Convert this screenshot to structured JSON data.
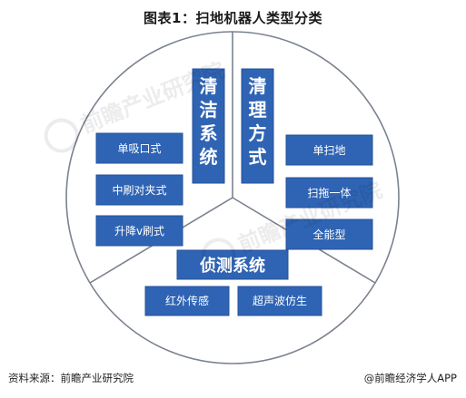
{
  "title": "图表1：扫地机器人类型分类",
  "diagram": {
    "sections": {
      "cleaning_system": {
        "label": "清洁系统",
        "items": [
          "单吸口式",
          "中刷对夹式",
          "升降v刷式"
        ]
      },
      "cleaning_method": {
        "label": "清理方式",
        "items": [
          "单扫地",
          "扫拖一体",
          "全能型"
        ]
      },
      "detection_system": {
        "label": "侦测系统",
        "items": [
          "红外传感",
          "超声波仿生"
        ]
      }
    }
  },
  "watermark": "前瞻产业研究院",
  "footer": {
    "source": "资料来源：前瞻产业研究院",
    "brand": "@前瞻经济学人APP"
  },
  "colors": {
    "box_fill": "#2F64B4",
    "box_stroke": "#24519A",
    "circle_stroke": "#7A8290",
    "text_on_box": "#ffffff"
  }
}
